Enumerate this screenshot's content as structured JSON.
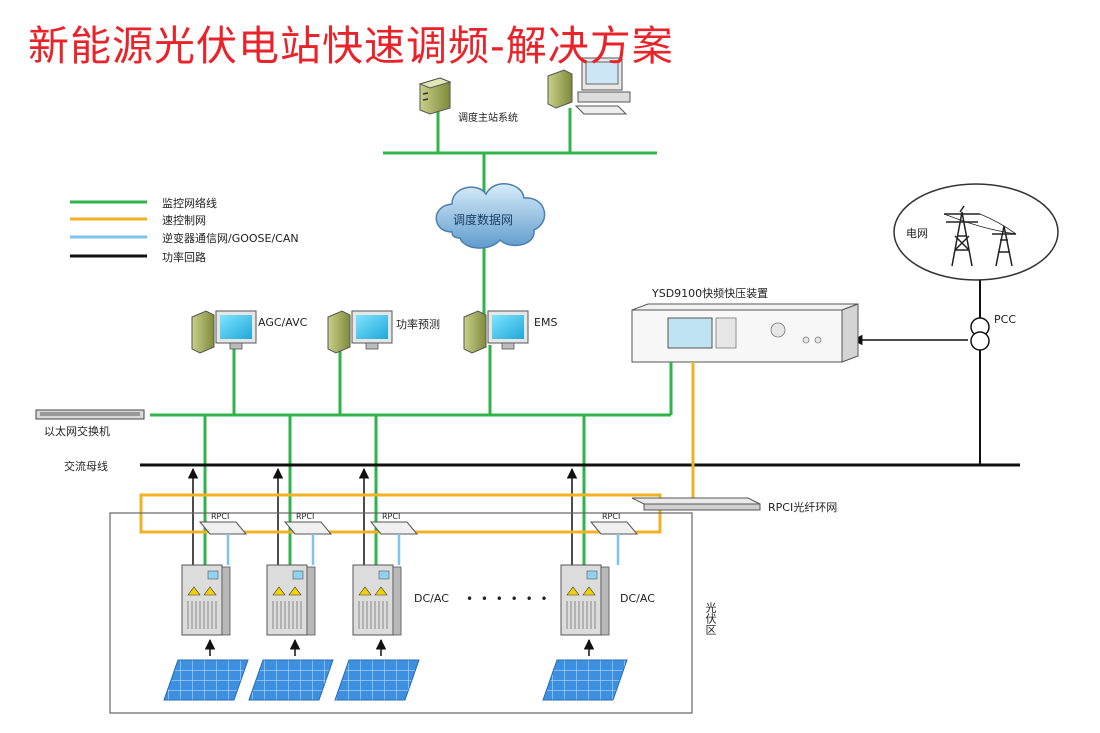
{
  "title": "新能源光伏电站快速调频-解决方案",
  "colors": {
    "monitoring": "#2fb34a",
    "fast_control": "#f2b024",
    "inverter_comm": "#7cc4ee",
    "power_circuit": "#111111",
    "title": "#e8232a"
  },
  "legend": [
    {
      "label": "监控网络线",
      "color_key": "monitoring"
    },
    {
      "label": "速控制网",
      "color_key": "fast_control"
    },
    {
      "label": "逆变器通信网/GOOSE/CAN",
      "color_key": "inverter_comm"
    },
    {
      "label": "功率回路",
      "color_key": "power_circuit"
    }
  ],
  "nodes": {
    "dispatch_master": "调度主站系统",
    "dispatch_network": "调度数据网",
    "grid": "电网",
    "pcc": "PCC",
    "fast_device": "YSD9100快频快压装置",
    "agc": "AGC/AVC",
    "forecast": "功率预测",
    "ems": "EMS",
    "switch": "以太网交换机",
    "ac_bus": "交流母线",
    "rpci_ring": "RPCI光纤环网",
    "rpci": "RPCI",
    "dcac_1": "DC/AC",
    "dcac_2": "DC/AC",
    "ellipsis": "• • • • • •",
    "pv_area": "光伏区"
  },
  "device_icons": [
    "server-icon",
    "workstation-icon",
    "cloud-icon",
    "transmission-tower-icon",
    "transformer-icon",
    "inverter-icon",
    "solar-panel-icon",
    "network-switch-icon",
    "rack-device-icon"
  ]
}
